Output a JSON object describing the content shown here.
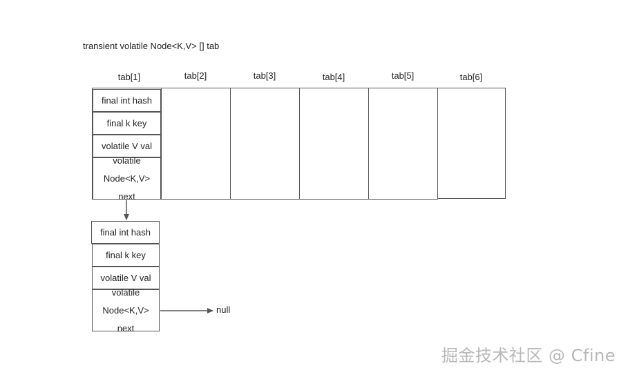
{
  "title": "transient volatile Node<K,V> [] tab",
  "columns": [
    "tab[1]",
    "tab[2]",
    "tab[3]",
    "tab[4]",
    "tab[5]",
    "tab[6]"
  ],
  "node1": {
    "hash": "final int hash",
    "key": "final k key",
    "val": "volatile V val",
    "next_line1": "volatile",
    "next_line2": "Node<K,V>",
    "next_line3": "next"
  },
  "node2": {
    "hash": "final int hash",
    "key": "final k key",
    "val": "volatile V val",
    "next_line1": "volatile",
    "next_line2": "Node<K,V>",
    "next_line3": "next"
  },
  "null_label": "null",
  "watermark": "掘金技术社区 @ Cfine",
  "colors": {
    "stroke": "#555555",
    "watermark": "#b8b8b8"
  }
}
